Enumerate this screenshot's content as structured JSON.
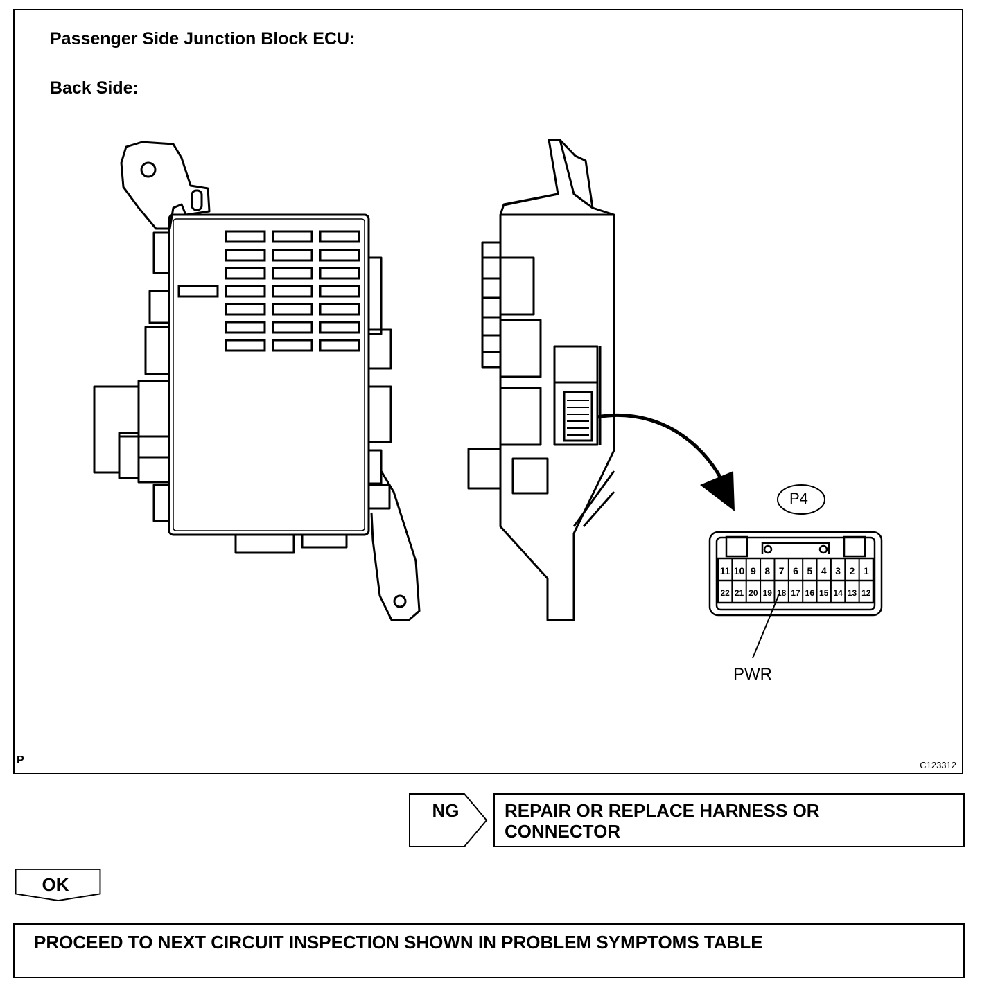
{
  "figure": {
    "title_line1": "Passenger Side Junction Block ECU:",
    "title_line2": "Back Side:",
    "connector_code": "P4",
    "pin_label": "PWR",
    "figure_id": "C123312",
    "corner_mark": "P",
    "pins_top_row": [
      "11",
      "10",
      "9",
      "8",
      "7",
      "6",
      "5",
      "4",
      "3",
      "2",
      "1"
    ],
    "pins_bottom_row": [
      "22",
      "21",
      "20",
      "19",
      "18",
      "17",
      "16",
      "15",
      "14",
      "13",
      "12"
    ]
  },
  "flow": {
    "ng_label": "NG",
    "ng_result": "REPAIR OR REPLACE HARNESS OR CONNECTOR",
    "ok_label": "OK",
    "next_step": "PROCEED TO NEXT CIRCUIT INSPECTION SHOWN IN PROBLEM SYMPTOMS TABLE"
  }
}
